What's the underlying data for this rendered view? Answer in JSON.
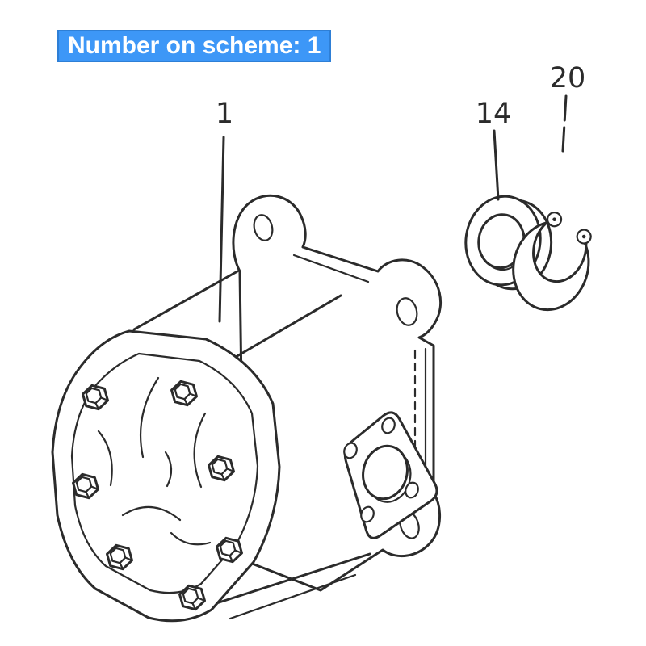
{
  "title": {
    "text": "Number on scheme: 1"
  },
  "colors": {
    "background": "#ffffff",
    "header_bg": "#3d97f7",
    "header_border": "#2e7fd6",
    "header_text": "#ffffff",
    "line": "#2b2b2b"
  },
  "parts": {
    "pump": {
      "label": "1"
    },
    "seal": {
      "label": "14"
    },
    "snap_ring": {
      "label": "20"
    }
  }
}
